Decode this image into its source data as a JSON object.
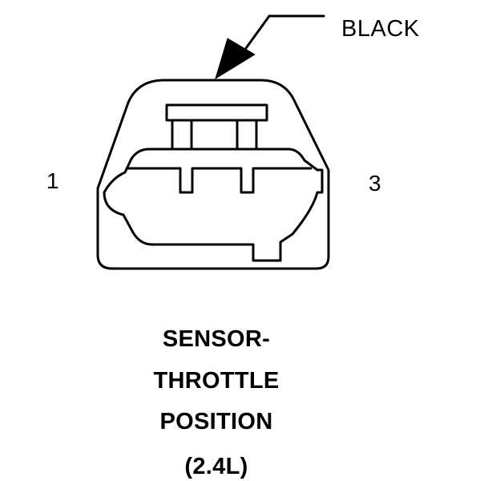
{
  "callout": {
    "label": "BLACK"
  },
  "pins": {
    "left": "1",
    "right": "3"
  },
  "caption": {
    "line1": "SENSOR-",
    "line2": "THROTTLE",
    "line3": "POSITION",
    "line4": "(2.4L)"
  },
  "colors": {
    "ink": "#000000",
    "paper": "#ffffff"
  }
}
